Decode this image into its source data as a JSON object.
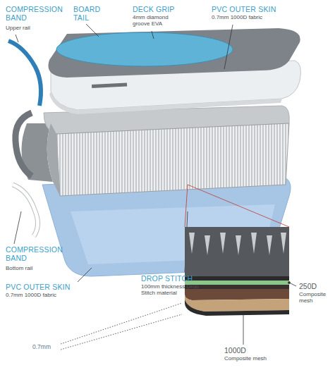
{
  "diagram": {
    "labels": [
      "COMPRESSION BAND",
      "Upper rail",
      "BOARD TAIL",
      "DECK GRIP",
      "4mm diamond groove EVA",
      "PVC OUTER SKIN",
      "0.7mm 1000D fabric",
      "COMPRESSION BAND",
      "Bottom rail",
      "PVC OUTER SKIN",
      "0.7mm 1000D fabric",
      "DROP STITCH",
      "100mm thickness Drop Stitch material",
      "250D",
      "Composite mesh",
      "0.7mm",
      "1000D",
      "Composite mesh"
    ]
  }
}
